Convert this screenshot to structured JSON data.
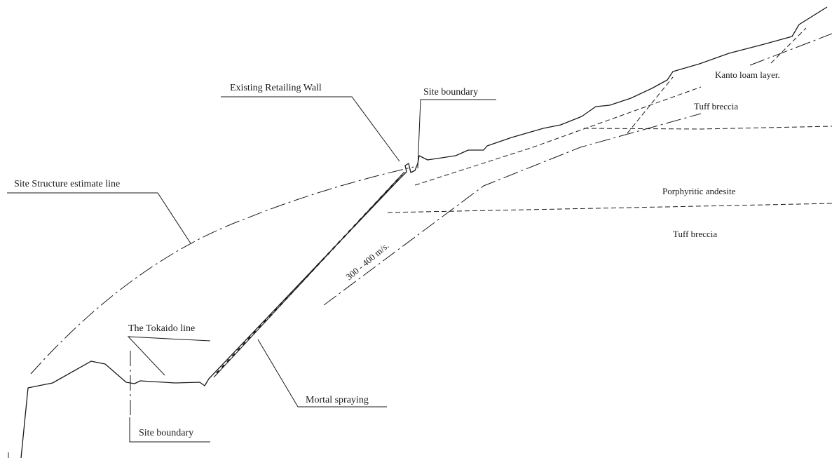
{
  "labels": {
    "existing_retaining_wall": "Existing Retailing Wall",
    "site_boundary_top": "Site boundary",
    "kanto_loam": "Kanto loam layer.",
    "tuff_breccia_upper": "Tuff breccia",
    "site_structure_estimate": "Site Structure estimate line",
    "porphyritic_andesite": "Porphyritic andesite",
    "tuff_breccia_lower": "Tuff breccia",
    "velocity": "300 - 400 m/s.",
    "tokaido_line": "The Tokaido line",
    "mortal_spraying": "Mortal spraying",
    "site_boundary_bottom": "Site boundary"
  }
}
